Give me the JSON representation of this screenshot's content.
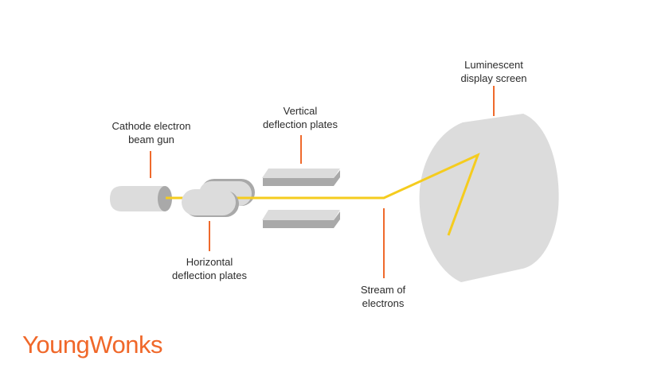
{
  "labels": {
    "cathode": {
      "line1": "Cathode electron",
      "line2": "beam gun"
    },
    "vertical": {
      "line1": "Vertical",
      "line2": "deflection plates"
    },
    "horizontal": {
      "line1": "Horizontal",
      "line2": "deflection plates"
    },
    "stream": {
      "line1": "Stream of",
      "line2": "electrons"
    },
    "screen": {
      "line1": "Luminescent",
      "line2": "display screen"
    }
  },
  "brand": {
    "name": "YoungWonks"
  },
  "colors": {
    "component_fill": "#dcdcdc",
    "component_shadow": "#a9a9a9",
    "beam": "#f5cc1e",
    "pointer": "#ef6a2c",
    "brand": "#f0682a"
  }
}
